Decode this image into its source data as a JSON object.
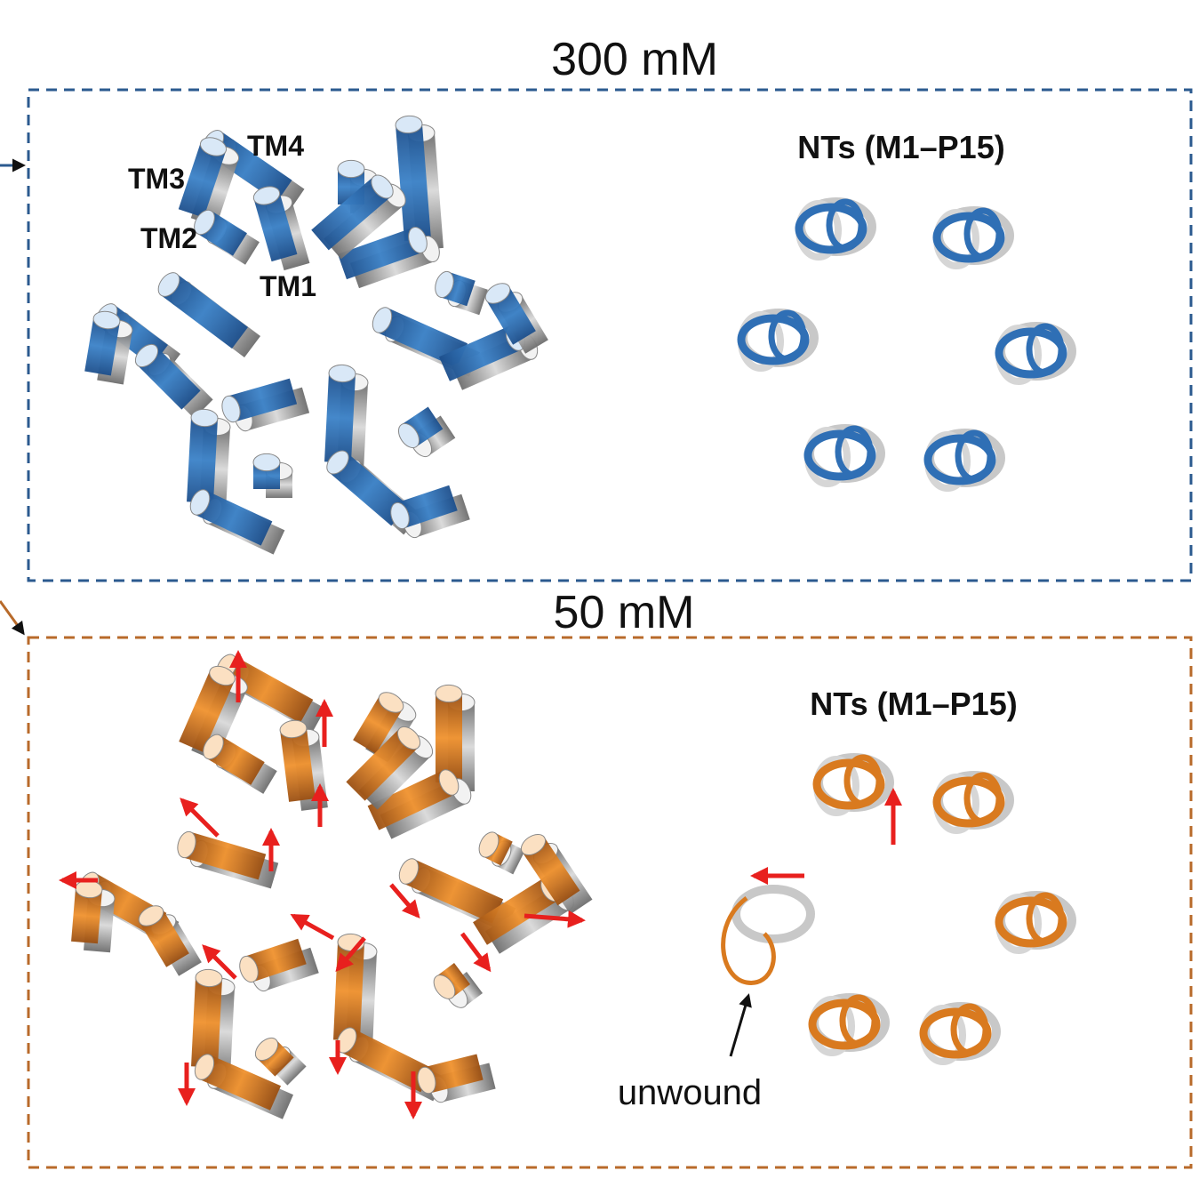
{
  "colors": {
    "high_salt": "#2f6fb5",
    "low_salt": "#d97a1f",
    "reference": "#c8c8c8",
    "shift_arrow": "#e8201e",
    "high_box": "#2b5a8f",
    "low_box": "#b86a2a"
  },
  "panels": [
    {
      "id": "high",
      "title": "300 mM",
      "helix_labels": [
        "TM4",
        "TM3",
        "TM2",
        "TM1"
      ],
      "nt_title": "NTs (M1–P15)"
    },
    {
      "id": "low",
      "title": "50 mM",
      "nt_title": "NTs (M1–P15)",
      "annotation": "unwound"
    }
  ],
  "icons": {
    "helix": "cylinder-helix-icon",
    "nt_helix": "ribbon-helix-icon",
    "shift": "red-arrow-icon"
  }
}
